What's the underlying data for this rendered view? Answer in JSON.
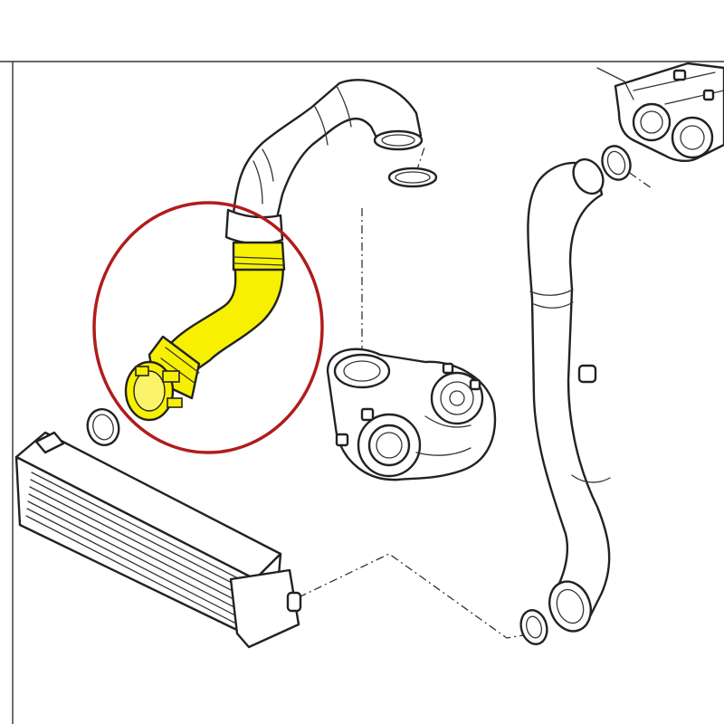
{
  "diagram": {
    "highlight_color": "#f7f000",
    "circle_color": "#b01c1c",
    "line_color": "#222222",
    "parts": [
      {
        "name": "intercooler",
        "icon": "intercooler-icon"
      },
      {
        "name": "highlighted-charge-pipe",
        "icon": "hose-icon"
      },
      {
        "name": "upper-intake-hose",
        "icon": "hose-icon"
      },
      {
        "name": "turbocharger",
        "icon": "turbo-icon"
      },
      {
        "name": "right-charge-pipe",
        "icon": "pipe-icon"
      },
      {
        "name": "throttle-housing",
        "icon": "throttle-icon"
      },
      {
        "name": "o-rings",
        "icon": "seal-ring-icon"
      }
    ]
  }
}
